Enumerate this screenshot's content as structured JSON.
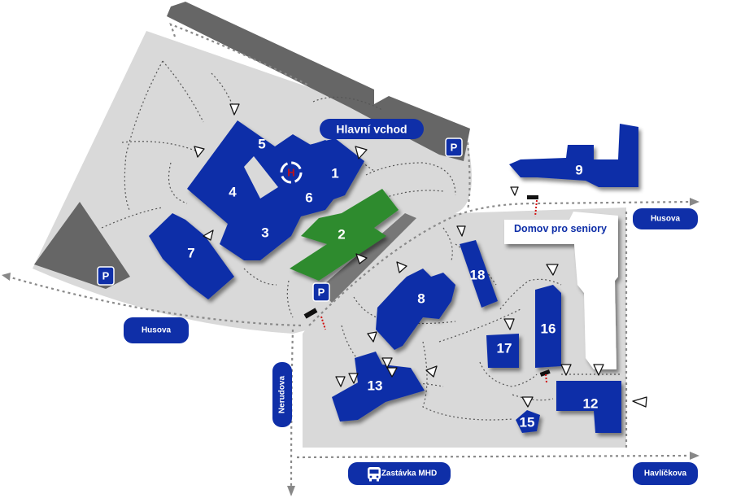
{
  "buildings": [
    {
      "id": "1",
      "label": "1"
    },
    {
      "id": "2",
      "label": "2"
    },
    {
      "id": "3",
      "label": "3"
    },
    {
      "id": "4",
      "label": "4"
    },
    {
      "id": "5",
      "label": "5"
    },
    {
      "id": "6",
      "label": "6"
    },
    {
      "id": "7",
      "label": "7"
    },
    {
      "id": "8",
      "label": "8"
    },
    {
      "id": "9",
      "label": "9"
    },
    {
      "id": "12",
      "label": "12"
    },
    {
      "id": "13",
      "label": "13"
    },
    {
      "id": "15",
      "label": "15"
    },
    {
      "id": "16",
      "label": "16"
    },
    {
      "id": "17",
      "label": "17"
    },
    {
      "id": "18",
      "label": "18"
    }
  ],
  "labels": {
    "main_entrance": "Hlavní vchod",
    "senior_home": "Domov pro seniory",
    "helipad": "H",
    "parking": "P"
  },
  "streets": {
    "husova_left": "Husova",
    "husova_right": "Husova",
    "nerudova": "Nerudova",
    "havlickova": "Havlíčkova",
    "bus_stop": "Zastávka MHD"
  },
  "icons": {
    "bus": "bus-icon",
    "entrance": "entrance-triangle-icon",
    "helipad": "helipad-icon",
    "parking": "parking-icon"
  },
  "colors": {
    "building": "#0f2fa8",
    "hospital_wing": "#2e8b2e",
    "campus_area": "#d9d9d9",
    "parking_lot": "#666666",
    "senior_home": "#ffffff",
    "helipad": "#c0101a"
  }
}
